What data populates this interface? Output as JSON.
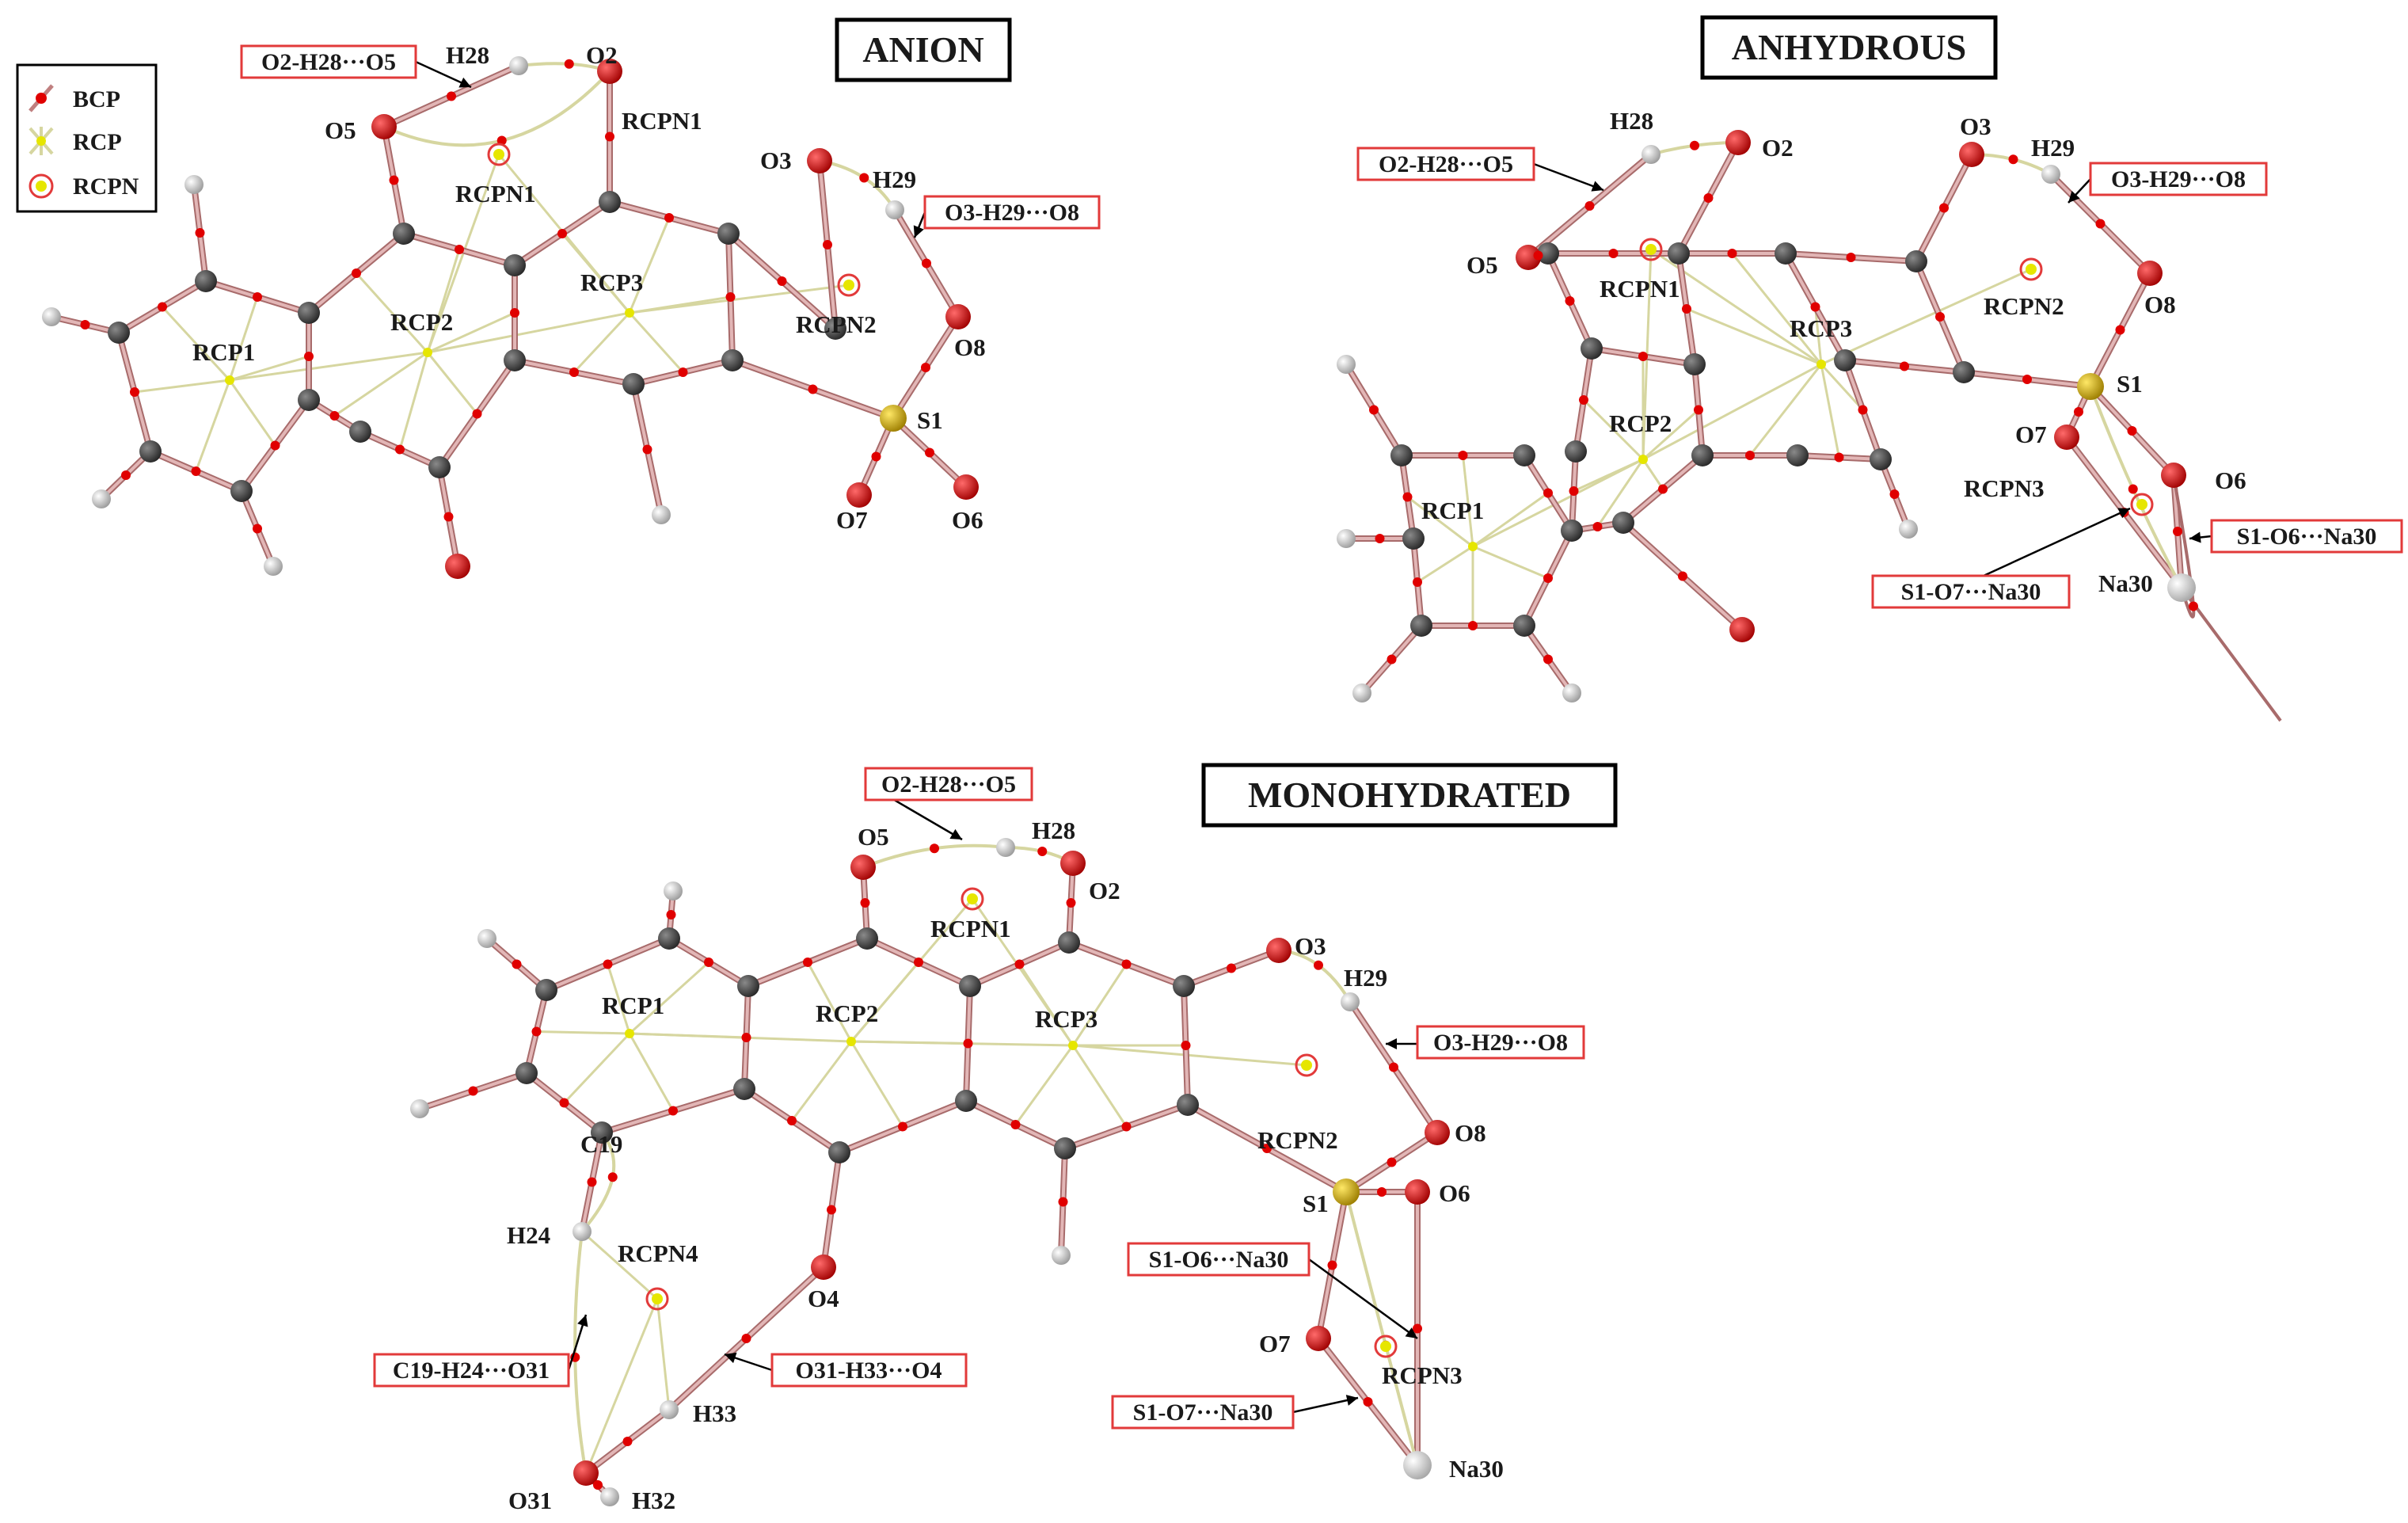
{
  "colors": {
    "carbon": "#3a3a3a",
    "hydrogen": "#c8c8c8",
    "oxygen": "#d40000",
    "sulfur": "#c9a400",
    "sodium": "#d2d2d2",
    "bcp": "#e00000",
    "rcp": "#e6e600",
    "bond": "#e2b6b6",
    "bond_edge": "#a86b6b",
    "path": "#d6d6a0",
    "callout_border": "#e23a3a",
    "title_border": "#000000"
  },
  "legend": {
    "items": [
      {
        "label": "BCP",
        "icon": "bcp-icon"
      },
      {
        "label": "RCP",
        "icon": "rcp-icon"
      },
      {
        "label": "RCPN",
        "icon": "rcpn-icon"
      }
    ]
  },
  "panels": {
    "anion": {
      "title": "ANION",
      "labels": [
        "H28",
        "O2",
        "O5",
        "RCPN1",
        "O3",
        "H29",
        "O8",
        "S1",
        "O7",
        "O6"
      ],
      "ring_labels": [
        "RCPN1",
        "RCP1",
        "RCP2",
        "RCP3",
        "RCPN2"
      ],
      "callouts": [
        "O2-H28···O5",
        "O3-H29···O8"
      ]
    },
    "anhydrous": {
      "title": "ANHYDROUS",
      "labels": [
        "H28",
        "O2",
        "O5",
        "O3",
        "H29",
        "O8",
        "S1",
        "O7",
        "O6",
        "RCPN3",
        "Na30"
      ],
      "ring_labels": [
        "RCPN1",
        "RCP3",
        "RCPN2",
        "RCP2",
        "RCP1"
      ],
      "callouts": [
        "O2-H28···O5",
        "O3-H29···O8",
        "S1-O6···Na30",
        "S1-O7···Na30"
      ]
    },
    "monohydrated": {
      "title": "MONOHYDRATED",
      "labels": [
        "O5",
        "H28",
        "O2",
        "O3",
        "H29",
        "C19",
        "H24",
        "O4",
        "O8",
        "S1",
        "O6",
        "O7",
        "H33",
        "O31",
        "H32",
        "Na30"
      ],
      "ring_labels": [
        "RCPN1",
        "RCP1",
        "RCP2",
        "RCP3",
        "RCPN2",
        "RCPN4",
        "RCPN3"
      ],
      "callouts": [
        "O2-H28···O5",
        "O3-H29···O8",
        "C19-H24···O31",
        "O31-H33···O4",
        "S1-O6···Na30",
        "S1-O7···Na30"
      ]
    }
  }
}
